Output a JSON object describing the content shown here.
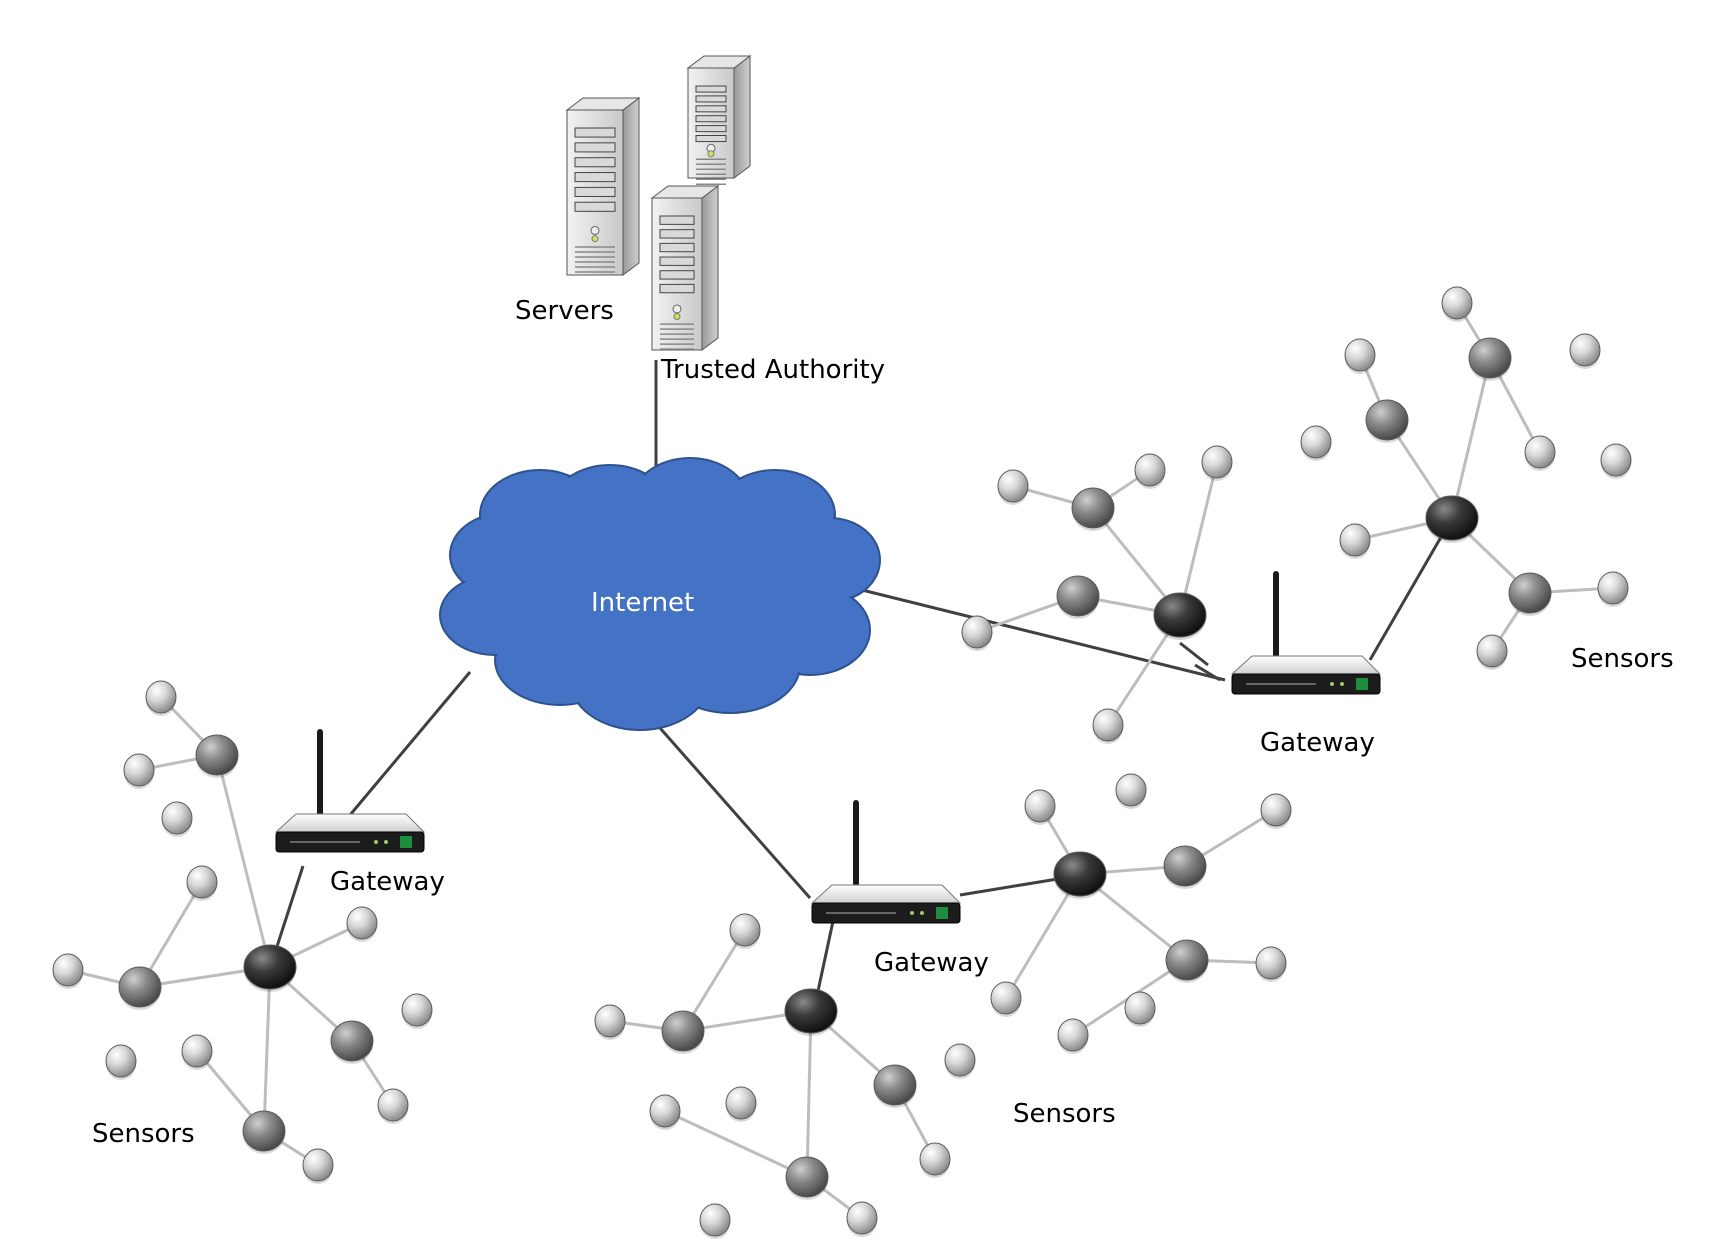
{
  "labels": {
    "servers": "Servers",
    "trusted_authority": "Trusted Authority",
    "internet": "Internet",
    "gateway_right": "Gateway",
    "gateway_left": "Gateway",
    "gateway_center": "Gateway",
    "sensors_right": "Sensors",
    "sensors_left": "Sensors",
    "sensors_center": "Sensors"
  },
  "colors": {
    "cloud_fill": "#4472C4",
    "cloud_stroke": "#2F528F",
    "link_dark": "#404040",
    "link_sensor": "#BDBDBD",
    "node_dark": "#2B2B2B",
    "node_mid": "#7A7A7A",
    "node_light": "#C8C8C8"
  },
  "icons": {
    "server": "server-tower-icon",
    "gateway": "wireless-router-icon",
    "cloud": "cloud-icon",
    "sensor": "sensor-node-icon"
  }
}
